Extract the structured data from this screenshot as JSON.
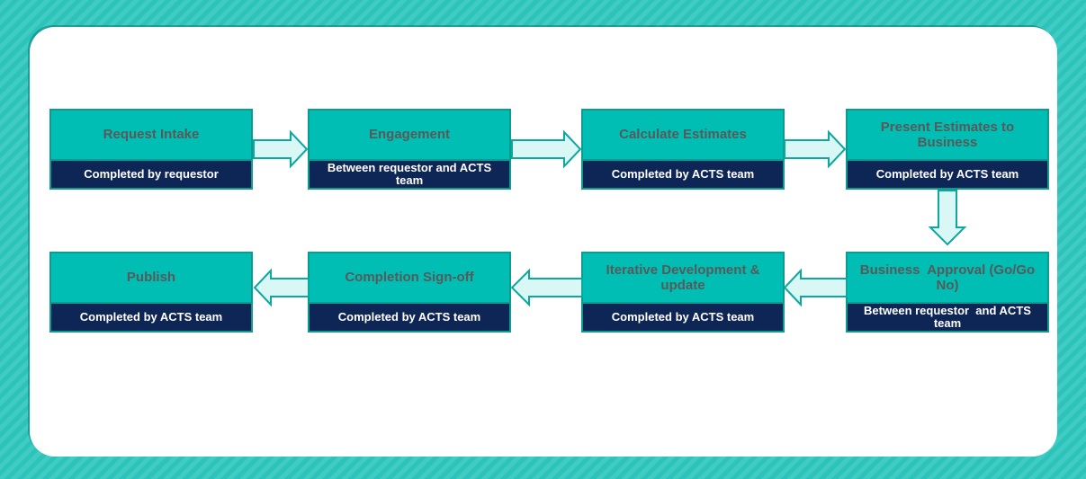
{
  "flowchart": {
    "steps": [
      {
        "title": "Request Intake",
        "subtitle": "Completed by requestor"
      },
      {
        "title": "Engagement",
        "subtitle": "Between requestor and ACTS\nteam"
      },
      {
        "title": "Calculate Estimates",
        "subtitle": "Completed by ACTS team"
      },
      {
        "title": "Present Estimates to\nBusiness",
        "subtitle": "Completed by ACTS team"
      },
      {
        "title": "Business  Approval (Go/Go\nNo)",
        "subtitle": "Between requestor  and ACTS\nteam"
      },
      {
        "title": "Iterative Development &\nupdate",
        "subtitle": "Completed by ACTS team"
      },
      {
        "title": "Completion Sign-off",
        "subtitle": "Completed by ACTS team"
      },
      {
        "title": "Publish",
        "subtitle": "Completed by ACTS team"
      }
    ],
    "colors": {
      "background": "#2cc3ba",
      "background_stripe": "#41ccc3",
      "card": "#ffffff",
      "box_fill": "#00beb3",
      "box_border": "#0b9b90",
      "band_fill": "#0e2656",
      "band_text": "#ffffff",
      "title_text": "#595959",
      "arrow_fill": "#d9f7f4",
      "arrow_border": "#0ca79d"
    }
  }
}
